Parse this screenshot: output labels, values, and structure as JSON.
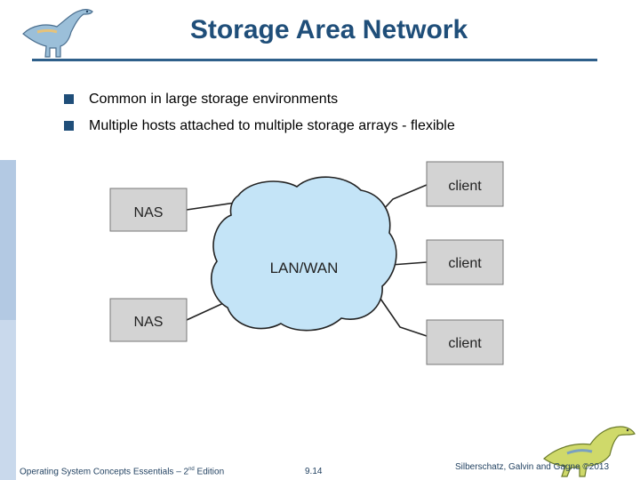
{
  "slide": {
    "title": "Storage Area Network"
  },
  "bullets": [
    "Common in large storage environments",
    "Multiple hosts attached to multiple storage arrays - flexible"
  ],
  "diagram": {
    "cloud_label": "LAN/WAN",
    "nas": [
      "NAS",
      "NAS"
    ],
    "clients": [
      "client",
      "client",
      "client"
    ]
  },
  "footer": {
    "book": "Operating System Concepts Essentials – 2",
    "edition_sup": "nd",
    "edition": " Edition",
    "page": "9.14",
    "copyright": "Silberschatz, Galvin and Gagne ©2013"
  },
  "icons": {
    "top_logo": "dinosaur-icon",
    "bottom_logo": "dinosaur-icon"
  },
  "colors": {
    "title": "#1f4e79",
    "cloud_fill": "#c4e4f7",
    "box_fill": "#d3d3d3",
    "side_band": "#b3c9e3"
  }
}
